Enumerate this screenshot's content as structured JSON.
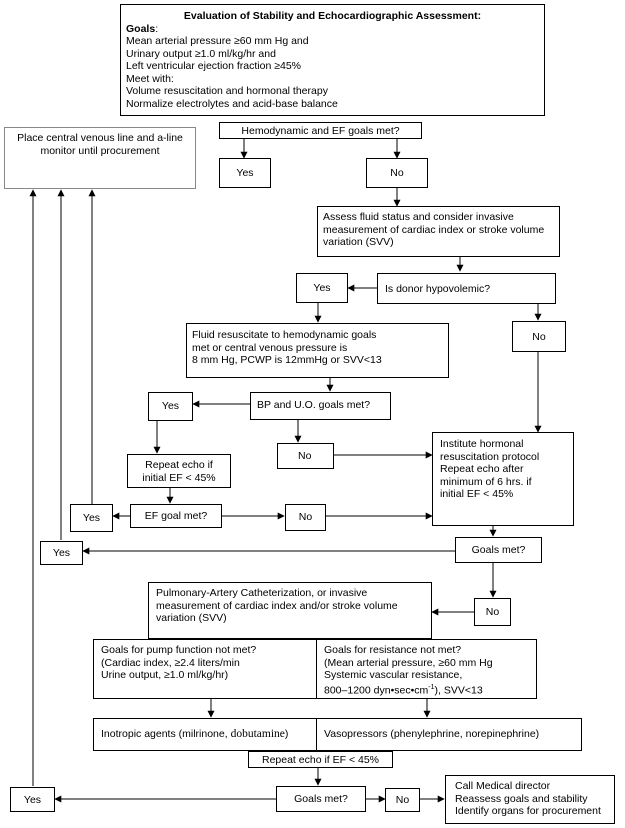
{
  "eval": {
    "title": "Evaluation of Stability and Echocardiographic Assessment:",
    "goals_label": "Goals",
    "goals_colon": ":",
    "goal_1": "Mean arterial pressure ≥60 mm Hg and",
    "goal_2": "Urinary output ≥1.0 ml/kg/hr and",
    "goal_3": "Left ventricular ejection fraction ≥45%",
    "meet_with": "Meet with:",
    "meet_1": "Volume resuscitation and hormonal therapy",
    "meet_2": "Normalize electrolytes and acid-base balance"
  },
  "central_line": "Place central venous line and a-line monitor until procurement",
  "q_hemo": "Hemodynamic and EF goals met?",
  "yes": "Yes",
  "no": "No",
  "assess": "Assess fluid status and consider invasive measurement of cardiac index or stroke volume variation (SVV)",
  "q_hypo": "Is donor hypovolemic?",
  "fluid_1": "Fluid resuscitate to hemodynamic goals",
  "fluid_2": "met or central venous pressure is",
  "fluid_3": "8 mm Hg, PCWP is 12mmHg or SVV<13",
  "q_bp": "BP and U.O. goals met?",
  "repeat_echo_1": "Repeat echo if",
  "repeat_echo_2": "initial EF < 45%",
  "q_ef": "EF goal met?",
  "hormonal_1": "Institute hormonal",
  "hormonal_2": "resuscitation protocol",
  "hormonal_3": "Repeat echo after",
  "hormonal_4": "minimum of 6 hrs. if",
  "hormonal_5": "initial EF < 45%",
  "q_goals": "Goals met?",
  "pac_1": "Pulmonary-Artery Catheterization, or invasive",
  "pac_2": "measurement of cardiac index and/or stroke volume",
  "pac_3": "variation (SVV)",
  "pump": {
    "title": "Goals for pump function not met?",
    "l1": "(Cardiac index, ≥2.4 liters/min",
    "l2": "Urine output, ≥1.0 ml/kg/hr)"
  },
  "resist": {
    "title": "Goals for resistance not met?",
    "l1": "(Mean arterial pressure, ≥60 mm Hg",
    "l2": "Systemic vascular resistance,",
    "l3a": "800–1200 dyn•sec•cm",
    "l3sup": "-1",
    "l3b": "), SVV<13"
  },
  "inotropic_a": "Inotropic agents (milrinone, ",
  "inotropic_b": "dobutamine",
  "inotropic_c": ")",
  "vaso": "Vasopressors (phenylephrine, norepinephrine)",
  "repeat_final": "Repeat echo if EF < 45%",
  "call_1": "Call Medical director",
  "call_2": "Reassess goals and stability",
  "call_3": "Identify organs for procurement"
}
